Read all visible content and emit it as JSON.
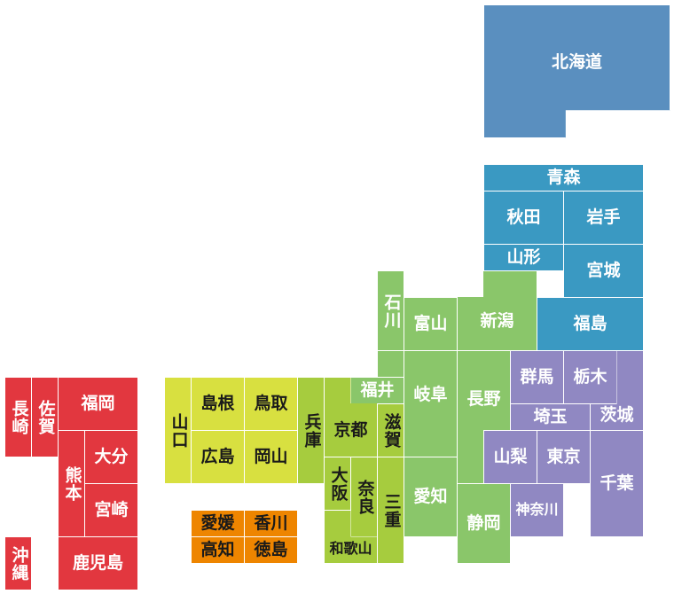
{
  "colors": {
    "hokkaido": "#5a8fbf",
    "tohoku": "#3a99c2",
    "kanto": "#9088c2",
    "chubu": "#8ac66a",
    "kinki": "#a6cc3e",
    "chugoku": "#d8e040",
    "shikoku": "#ee8500",
    "kyushu": "#e2373f"
  },
  "prefectures": {
    "hokkaido": "北海道",
    "aomori": "青森",
    "akita": "秋田",
    "iwate": "岩手",
    "yamagata": "山形",
    "miyagi": "宮城",
    "fukushima": "福島",
    "niigata": "新潟",
    "toyama": "富山",
    "ishikawa": "石川",
    "fukui": "福井",
    "gifu": "岐阜",
    "nagano": "長野",
    "yamanashi": "山梨",
    "shizuoka": "静岡",
    "aichi": "愛知",
    "gunma": "群馬",
    "tochigi": "栃木",
    "saitama": "埼玉",
    "ibaraki": "茨城",
    "tokyo": "東京",
    "kanagawa": "神奈川",
    "chiba": "千葉",
    "shiga": "滋賀",
    "kyoto": "京都",
    "osaka": "大阪",
    "nara": "奈良",
    "mie": "三重",
    "wakayama": "和歌山",
    "hyogo": "兵庫",
    "tottori": "鳥取",
    "shimane": "島根",
    "okayama": "岡山",
    "hiroshima": "広島",
    "yamaguchi": "山口",
    "ehime": "愛媛",
    "kagawa": "香川",
    "kochi": "高知",
    "tokushima": "徳島",
    "fukuoka": "福岡",
    "saga": "佐賀",
    "nagasaki": "長崎",
    "oita": "大分",
    "kumamoto": "熊本",
    "miyazaki": "宮崎",
    "kagoshima": "鹿児島",
    "okinawa": "沖縄"
  }
}
